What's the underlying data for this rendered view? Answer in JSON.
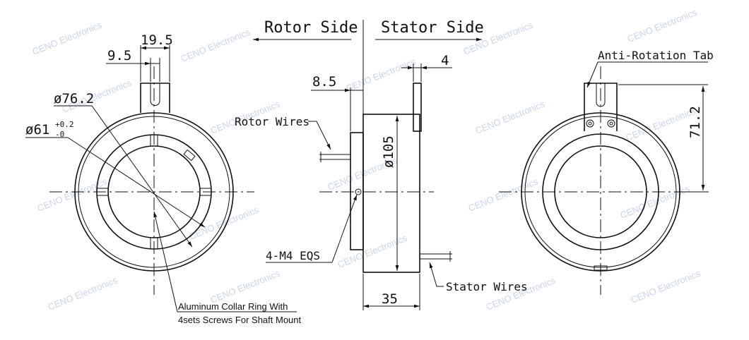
{
  "header": {
    "rotor_side": "Rotor Side",
    "stator_side": "Stator Side"
  },
  "front_view": {
    "dim_19_5": "19.5",
    "dim_9_5": "9.5",
    "dim_76_2": "ø76.2",
    "dim_61": "ø61",
    "dim_61_tol_plus": "+0.2",
    "dim_61_tol_minus": "-0",
    "note_line1": "Aluminum Collar Ring With",
    "note_line2": "4sets Screws For Shaft Mount"
  },
  "side_view": {
    "dim_8_5": "8.5",
    "dim_4": "4",
    "dim_105": "ø105",
    "dim_35": "35",
    "rotor_wires": "Rotor Wires",
    "screws": "4-M4 EQS",
    "stator_wires": "Stator Wires"
  },
  "rear_view": {
    "anti_rotation_tab": "Anti-Rotation Tab",
    "dim_71_2": "71.2"
  },
  "watermark": {
    "text": "CENO Electronics"
  },
  "colors": {
    "line": "#111111",
    "watermark": "#9eb3d9"
  }
}
